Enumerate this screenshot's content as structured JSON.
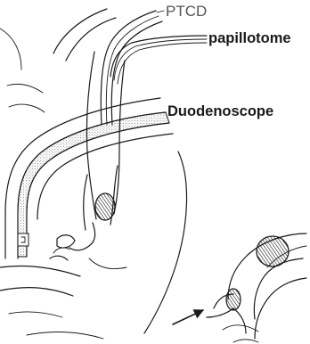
{
  "labels": {
    "ptcd": "PTCD",
    "papillotome": "papillotome",
    "duodenoscope": "Duodenoscope"
  }
}
